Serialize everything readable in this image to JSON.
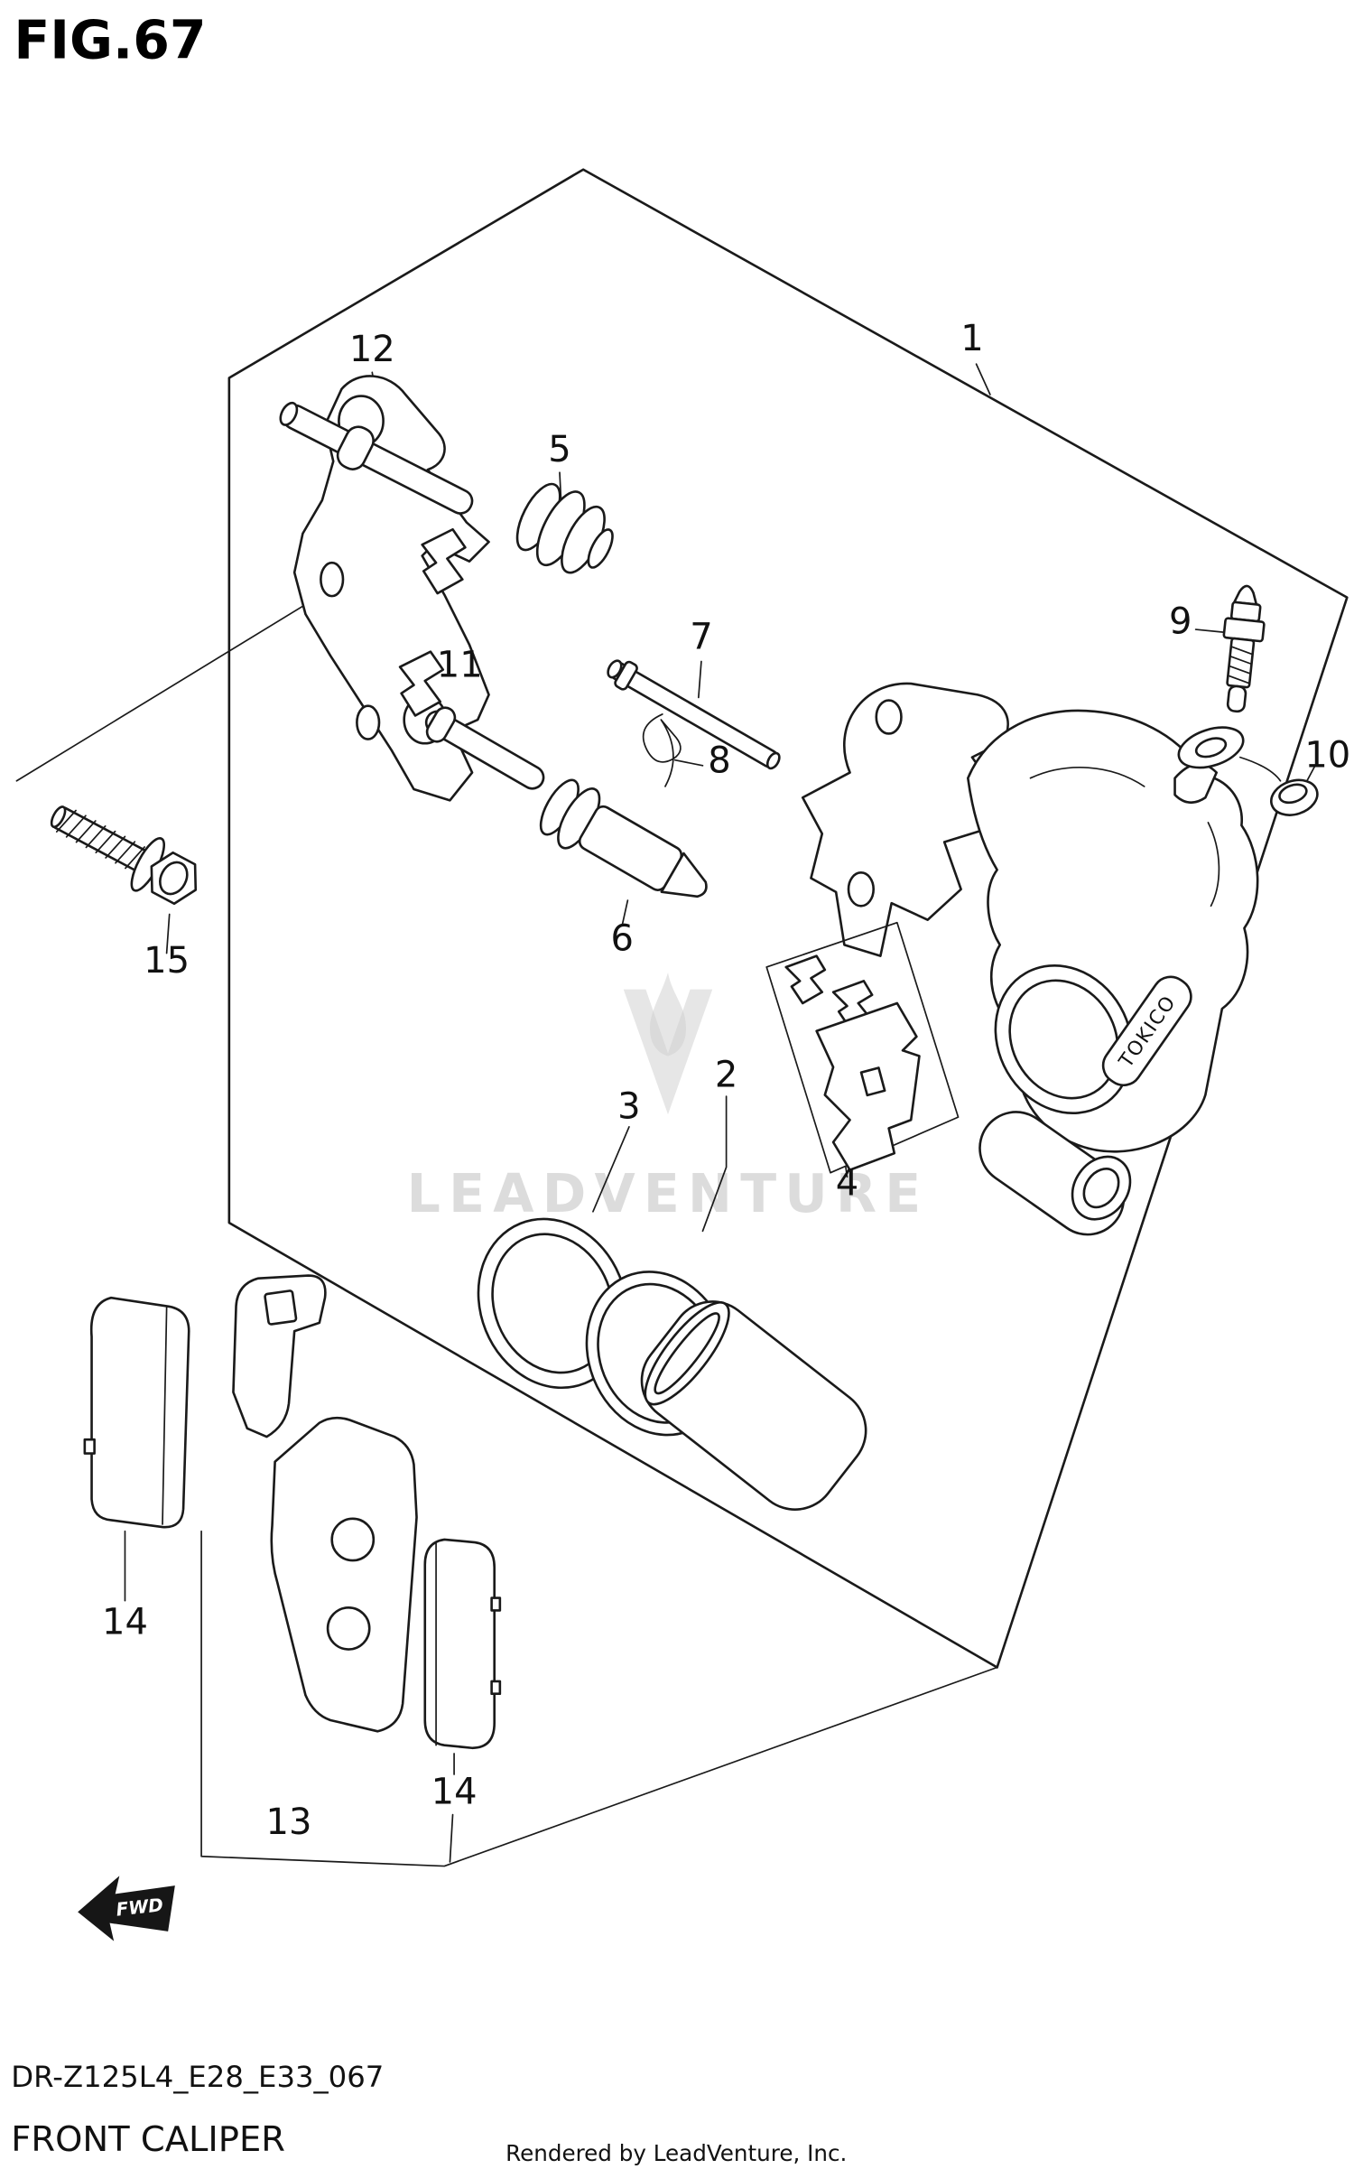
{
  "header": {
    "figure_number": "FIG.67"
  },
  "watermark": {
    "text": "LEADVENTURE"
  },
  "diagram": {
    "brand": "TOKICO",
    "fwd": "FWD",
    "labels": {
      "n1": "1",
      "n2": "2",
      "n3": "3",
      "n4": "4",
      "n5": "5",
      "n6": "6",
      "n7": "7",
      "n8": "8",
      "n9": "9",
      "n10": "10",
      "n11": "11",
      "n12": "12",
      "n13": "13",
      "n14a": "14",
      "n14b": "14",
      "n15": "15"
    }
  },
  "footer": {
    "part_code": "DR-Z125L4_E28_E33_067",
    "figure_name": "FRONT CALIPER",
    "credit": "Rendered by LeadVenture, Inc."
  },
  "colors": {
    "line": "#1a1a1a",
    "background": "#ffffff",
    "watermark": "#c6c6c6",
    "arrow": "#161616"
  }
}
